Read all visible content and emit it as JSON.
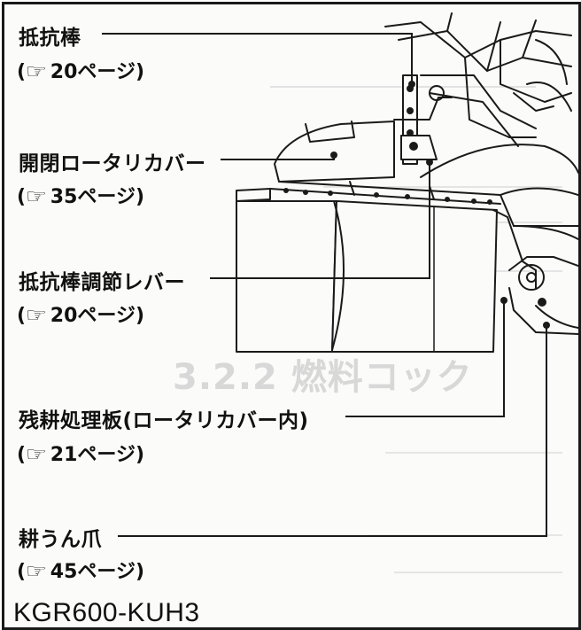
{
  "labels": {
    "resistance_bar": {
      "name": "抵抗棒",
      "ref": "20ページ"
    },
    "rotary_cover": {
      "name": "開閉ロータリカバー",
      "ref": "35ページ"
    },
    "resistance_lever": {
      "name": "抵抗棒調節レバー",
      "ref": "20ページ"
    },
    "residue_plate": {
      "name": "残耕処理板(ロータリカバー内)",
      "ref": "21ページ"
    },
    "tilling_claw": {
      "name": "耕うん爪",
      "ref": "45ページ"
    }
  },
  "ref_open": "(",
  "ref_close": ")",
  "ref_icon": "☞",
  "model": "KGR600-KUH3",
  "background_text": {
    "section_title": "3.2.2 燃料コック"
  },
  "colors": {
    "text": "#111111",
    "line": "#1a1a1a",
    "ghost": "#d8d8d8"
  }
}
